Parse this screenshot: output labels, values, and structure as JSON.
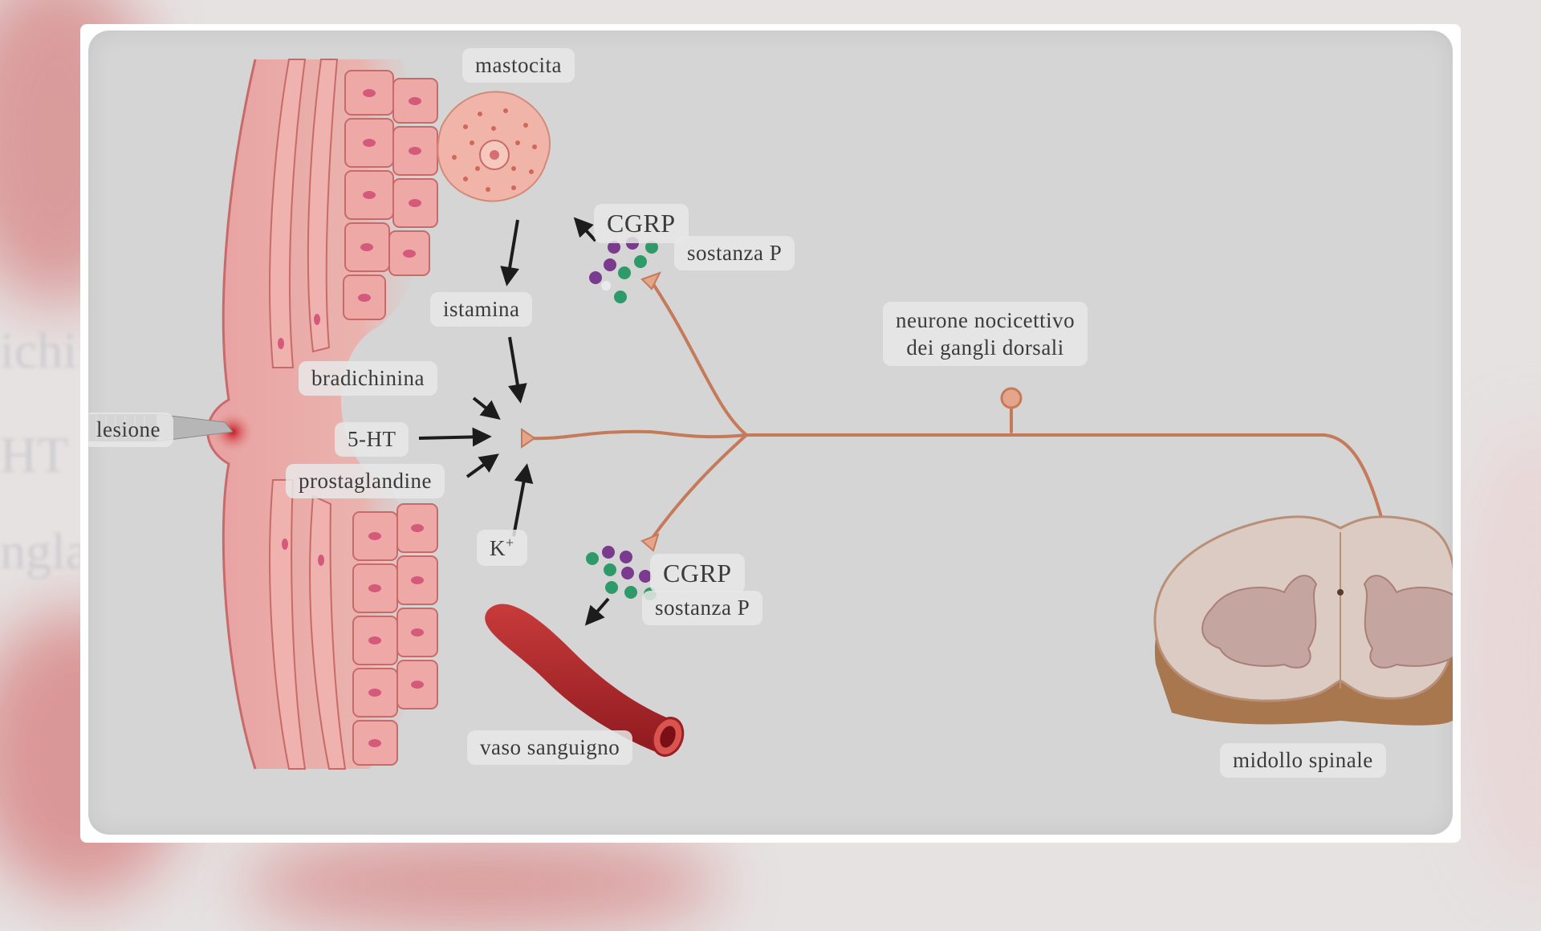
{
  "labels": {
    "mastocita": "mastocita",
    "cgrp_top": "CGRP",
    "sostanza_top": "sostanza P",
    "istamina": "istamina",
    "bradichinina": "bradichinina",
    "ht5": "5-HT",
    "prostaglandine": "prostaglandine",
    "lesione": "lesione",
    "k_base": "K",
    "k_sup": "+",
    "cgrp_bottom": "CGRP",
    "sostanza_bottom": "sostanza P",
    "vaso": "vaso sanguigno",
    "neurone_line1": "neurone nocicettivo",
    "neurone_line2": "dei gangli dorsali",
    "midollo": "midollo spinale"
  },
  "background_ghost_text": [
    "ichi",
    "HT",
    "ngla"
  ],
  "colors": {
    "nerve": "#c57a5a",
    "skin": "#e79b9a",
    "skin_dark": "#d46f73",
    "vessel": "#b8262b",
    "granule_purple": "#7a3b8f",
    "granule_green": "#2e9a6a",
    "arrow": "#1c1c1c",
    "panel": "#d5d5d5"
  },
  "icons": [
    "scalpel-icon",
    "mast-cell-icon",
    "blood-vessel-icon",
    "spinal-cord-icon",
    "neuron-soma-icon"
  ]
}
